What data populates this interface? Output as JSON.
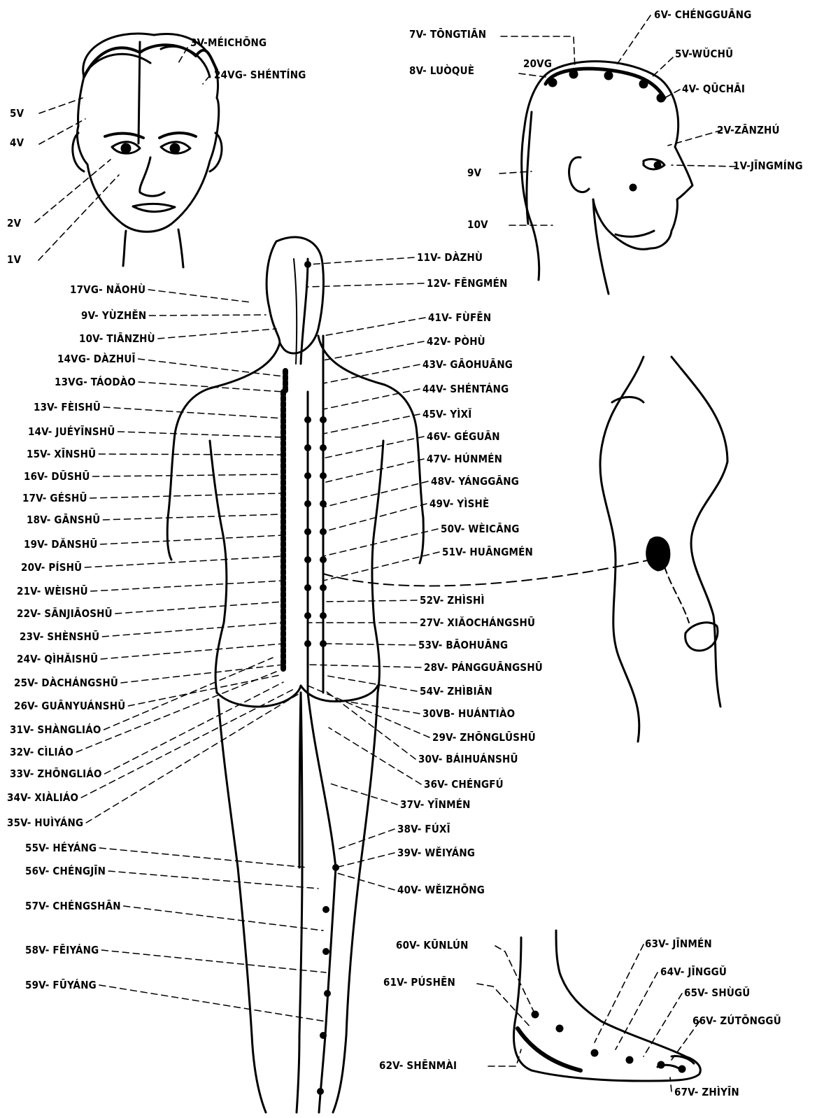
{
  "colors": {
    "ink": "#000000",
    "paper": "#ffffff"
  },
  "head_front": {
    "labels": [
      "3V-MÉICHŌNG",
      "24VG- SHÉNTÍNG",
      "5V",
      "4V",
      "2V",
      "1V"
    ]
  },
  "head_side": {
    "labels": [
      "6V- CHÉNGGUĀNG",
      "7V- TŌNGTIĀN",
      "8V- LUÒQUÈ",
      "20VG",
      "5V-WŬCHŪ",
      "4V- QŪCHĀI",
      "2V-ZĀNZHÚ",
      "1V-JĪNGMÍNG",
      "9V",
      "10V"
    ]
  },
  "back_left": {
    "labels": [
      "17VG- NĂOHÙ",
      "9V- YÙZHĚN",
      "10V- TIĀNZHÙ",
      "14VG- DÀZHUĪ",
      "13VG- TÁODÀO",
      "13V- FÈISHŪ",
      "14V- JUÉYĪNSHŪ",
      "15V- XĪNSHŪ",
      "16V- DŪSHŪ",
      "17V- GÉSHŪ",
      "18V- GĀNSHŪ",
      "19V- DĂNSHŪ",
      "20V- PÍSHŪ",
      "21V- WÈISHŪ",
      "22V- SĀNJIĀOSHŪ",
      "23V- SHÈNSHŪ",
      "24V- QÌHĂISHŪ",
      "25V- DÀCHÁNGSHŪ",
      "26V- GUĀNYUÁNSHŪ",
      "31V- SHÀNGLIÁO",
      "32V- CÌLIÁO",
      "33V- ZHŌNGLIÁO",
      "34V- XIÀLIÁO",
      "35V- HUÌYÁNG",
      "55V- HÉYÁNG",
      "56V- CHÉNGJĪN",
      "57V- CHÉNGSHĀN",
      "58V- FĒIYÁNG",
      "59V- FŪYÁNG"
    ]
  },
  "back_right": {
    "labels": [
      "11V- DÀZHÙ",
      "12V- FĒNGMÉN",
      "41V- FÙFĒN",
      "42V- PÒHÙ",
      "43V- GĀOHUĀNG",
      "44V- SHÉNTÁNG",
      "45V- YÌXĬ",
      "46V- GÉGUĀN",
      "47V- HÚNMÉN",
      "48V- YÁNGGĀNG",
      "49V- YÌSHÈ",
      "50V- WÈICĀNG",
      "51V- HUĀNGMÉN",
      "52V- ZHÌSHÌ",
      "27V- XIĂOCHÁNGSHŪ",
      "53V- BĀOHUĀNG",
      "28V- PÁNGGUĀNGSHŪ",
      "54V- ZHÌBIĀN",
      "30VB- HUÁNTIÀO",
      "29V- ZHŌNGLŪSHŪ",
      "30V- BÁIHUÁNSHŪ",
      "36V- CHÉNGFÚ",
      "37V- YĪNMÉN",
      "38V- FÚXĪ",
      "39V- WĚIYÁNG",
      "40V- WĚIZHŌNG"
    ]
  },
  "foot": {
    "labels": [
      "60V- KŪNLÚN",
      "61V- PÚSHĒN",
      "62V- SHĒNMÀI",
      "63V- JĪNMÉN",
      "64V- JĪNGGŬ",
      "65V- SHÙGŬ",
      "66V- ZÚTŌNGGŬ",
      "67V- ZHÌYĪN"
    ]
  }
}
